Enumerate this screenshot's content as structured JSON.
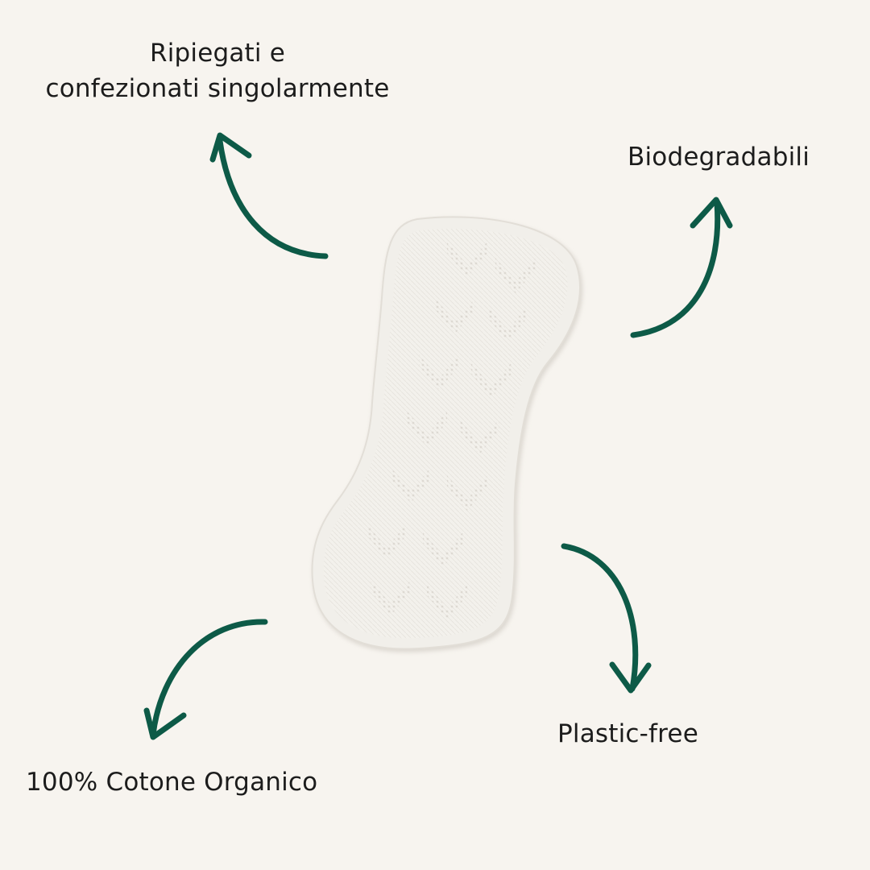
{
  "labels": {
    "folded_line1": "Ripiegati e",
    "folded_line2": "confezionati singolarmente",
    "biodegradable": "Biodegradabili",
    "plastic_free": "Plastic-free",
    "organic_cotton": "100% Cotone Organico"
  },
  "colors": {
    "background": "#f7f4ef",
    "arrow": "#0d5a47",
    "text": "#1c1c1c",
    "pad": "#f4f2ee"
  },
  "icons": {
    "arrow": "curved-arrow-icon",
    "product": "panty-liner-image"
  }
}
